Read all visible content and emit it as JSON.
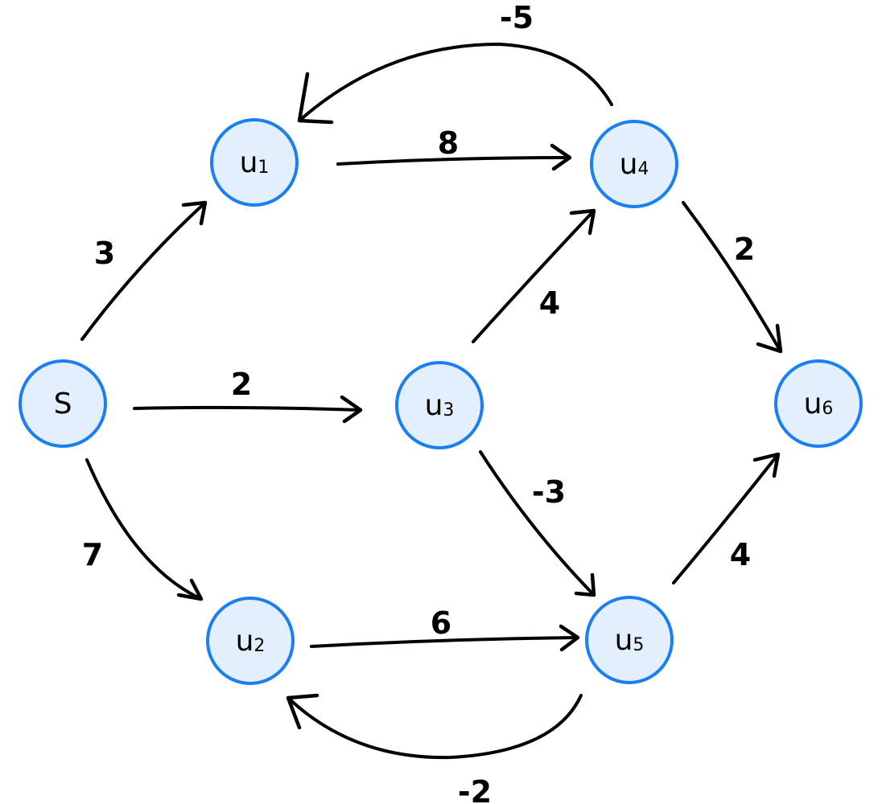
{
  "colors": {
    "node_fill": "#e3effd",
    "node_stroke": "#1a7ff0",
    "edge": "#000000"
  },
  "nodes": [
    {
      "id": "s",
      "label": "S",
      "sub": ""
    },
    {
      "id": "u1",
      "label": "u",
      "sub": "1"
    },
    {
      "id": "u2",
      "label": "u",
      "sub": "2"
    },
    {
      "id": "u3",
      "label": "u",
      "sub": "3"
    },
    {
      "id": "u4",
      "label": "u",
      "sub": "4"
    },
    {
      "id": "u5",
      "label": "u",
      "sub": "5"
    },
    {
      "id": "u6",
      "label": "u",
      "sub": "6"
    }
  ],
  "edges": [
    {
      "from": "S",
      "to": "u1",
      "weight": "3"
    },
    {
      "from": "u1",
      "to": "u4",
      "weight": "8"
    },
    {
      "from": "u4",
      "to": "u1",
      "weight": "-5"
    },
    {
      "from": "S",
      "to": "u3",
      "weight": "2"
    },
    {
      "from": "S",
      "to": "u2",
      "weight": "7"
    },
    {
      "from": "u3",
      "to": "u4",
      "weight": "4"
    },
    {
      "from": "u4",
      "to": "u6",
      "weight": "2"
    },
    {
      "from": "u3",
      "to": "u5",
      "weight": "-3"
    },
    {
      "from": "u2",
      "to": "u5",
      "weight": "6"
    },
    {
      "from": "u5",
      "to": "u6",
      "weight": "4"
    },
    {
      "from": "u5",
      "to": "u2",
      "weight": "-2"
    }
  ]
}
